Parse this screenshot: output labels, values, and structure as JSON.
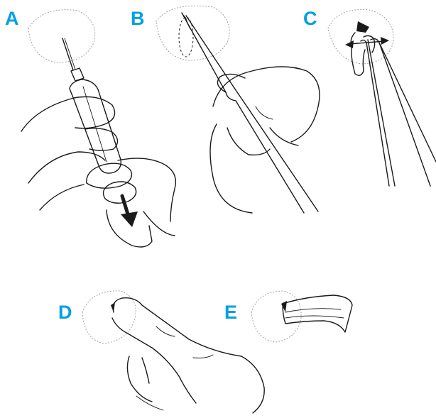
{
  "figure": {
    "accent_color": "#00a0e3",
    "panels": [
      {
        "label": "A"
      },
      {
        "label": "B"
      },
      {
        "label": "C"
      },
      {
        "label": "D"
      },
      {
        "label": "E"
      }
    ]
  }
}
